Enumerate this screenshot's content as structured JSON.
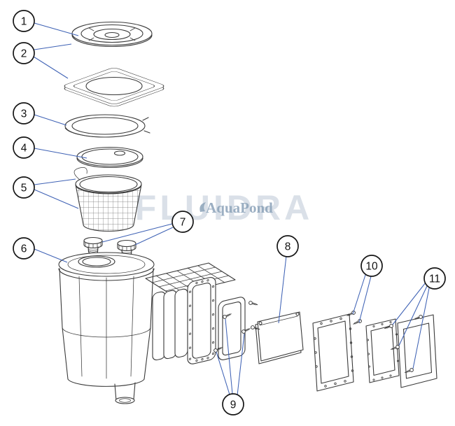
{
  "watermark": {
    "brand": "FLUIDRA",
    "sub_brand": "AquaPond"
  },
  "callouts": [
    {
      "label": "1"
    },
    {
      "label": "2"
    },
    {
      "label": "3"
    },
    {
      "label": "4"
    },
    {
      "label": "5"
    },
    {
      "label": "6"
    },
    {
      "label": "7"
    },
    {
      "label": "8"
    },
    {
      "label": "9"
    },
    {
      "label": "10"
    },
    {
      "label": "11"
    }
  ],
  "colors": {
    "leader_line": "#3f62b5",
    "part_outline": "#3a3a3a",
    "watermark_brand": "#c3cdd9",
    "watermark_sub": "#8ba2b9",
    "background": "#ffffff"
  }
}
